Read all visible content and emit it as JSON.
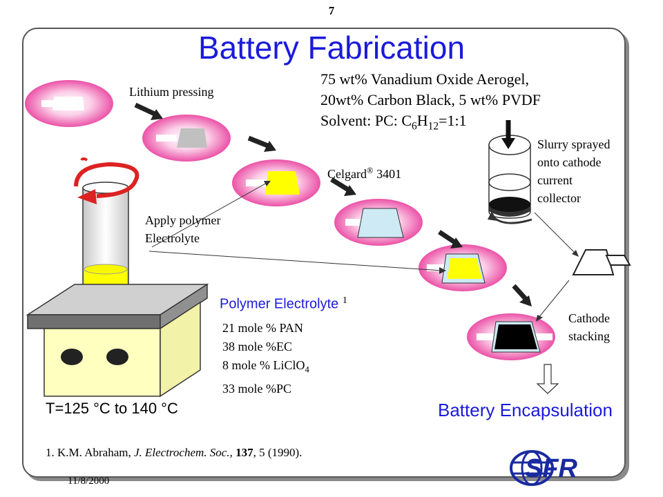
{
  "page_number": "7",
  "title": "Battery Fabrication",
  "cathode_composition": {
    "line1": "75 wt% Vanadium Oxide Aerogel,",
    "line2": "20wt% Carbon Black, 5 wt% PVDF",
    "line3_prefix": "Solvent: PC: C",
    "line3_sub1": "6",
    "line3_mid": "H",
    "line3_sub2": "12",
    "line3_suffix": "=1:1"
  },
  "labels": {
    "lithium_pressing": "Lithium pressing",
    "celgard_prefix": "Celgard",
    "celgard_sup": "®",
    "celgard_suffix": " 3401",
    "apply_line1": "Apply polymer",
    "apply_line2": "Electrolyte",
    "slurry_line1": "Slurry sprayed",
    "slurry_line2": "onto cathode",
    "slurry_line3": "current",
    "slurry_line4": "collector",
    "cathode_line1": "Cathode",
    "cathode_line2": "stacking"
  },
  "polymer_electrolyte": {
    "title": "Polymer Electrolyte",
    "ref_mark": "1",
    "items": [
      "21 mole % PAN",
      "38 mole %EC",
      "8 mole % LiClO",
      "33 mole %PC"
    ],
    "item3_sub": "4"
  },
  "temperature": "T=125 °C to 140 °C",
  "encapsulation": "Battery Encapsulation",
  "reference": {
    "prefix": "1.  K.M. Abraham, ",
    "journal": "J. Electrochem. Soc.,",
    "volume": "137",
    "suffix": ", 5 (1990)."
  },
  "date": "11/8/2000",
  "logo": "SFR",
  "colors": {
    "title_blue": "#1a1adb",
    "pink": "#e8399a",
    "yellow": "#ffff00",
    "celgard_blue": "#cdeaf5",
    "lithium_gray": "#c0c0c0",
    "heater_top": "#d0d0d0",
    "heater_body": "#ffffc0"
  }
}
